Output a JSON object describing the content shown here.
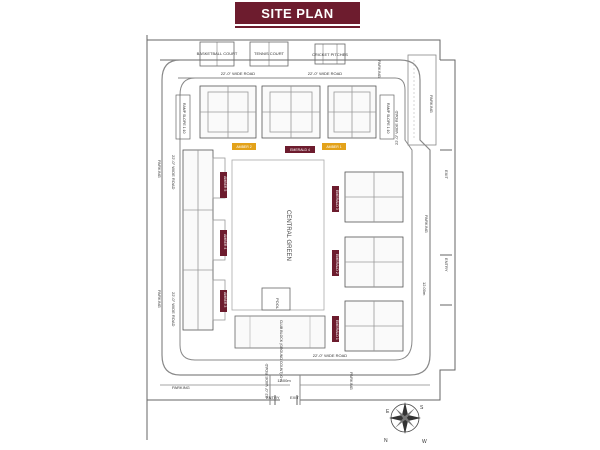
{
  "title": "SITE PLAN",
  "amenities": {
    "basketball": "BASKETBALL COURT",
    "tennis": "TENNIS COURT",
    "cricket": "CRICKET PITCHES"
  },
  "roads": {
    "top": "22'-0\" WIDE ROAD",
    "top_right": "22'-0\" WIDE ROAD",
    "left": "22'-0\" WIDE ROAD",
    "left_lower": "22'-0\" WIDE ROAD",
    "right": "22'-0\" WIDE ROAD",
    "bottom": "22'-0\" WIDE ROAD",
    "bottom_left": "22'-0\" WIDE ROAD"
  },
  "labels": {
    "parking": "PARKING",
    "entry": "ENTRY",
    "exit": "EXIT",
    "ramp": "RAMP",
    "ramp_up": "RAMP SLOPE 1:10",
    "central_green": "CENTRAL GREEN",
    "pool": "POOL",
    "club_block": "CLUB BLOCK (GROUND COUNT) G+5",
    "wide": "12.00m"
  },
  "buildings": {
    "top_left": "AMBER 2",
    "top_mid": "EMERALD 4",
    "top_right": "AMBER 1",
    "right_1": "EMERALD 3",
    "right_2": "EMERALD 2",
    "right_3": "EMERALD 1",
    "left_1": "AMBER 5",
    "left_2": "AMBER 4",
    "left_3": "AMBER 3"
  },
  "compass": {
    "n": "N",
    "s": "S",
    "e": "E",
    "w": "W"
  },
  "colors": {
    "maroon": "#6d1c2e",
    "amber": "#e3a21a",
    "line": "#555555",
    "block": "#888888"
  }
}
